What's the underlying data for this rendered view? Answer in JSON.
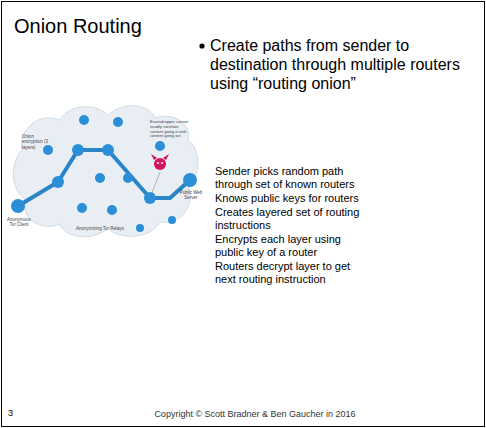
{
  "diagram": {
    "title": "Onion Routing",
    "labels": [
      "Create paths from sender to destination through multiple routers using “routing onion”",
      "Sender  picks random path through set of known routers",
      "Knows public keys for routers",
      "Creates layered set of routing instructions",
      "Encrypts each layer using public key of a router",
      "Routers decrypt layer to get next routing instruction",
      "Onion encryption (3 layers)",
      "Eavesdropper cannot readily correlate content going in with content going out",
      "Anonymous Tor Client",
      "Anonymizing Tor Relays",
      "Public Web Server",
      "3",
      "Copyright © Scott Bradner & Ben Gaucher in 2016"
    ]
  }
}
